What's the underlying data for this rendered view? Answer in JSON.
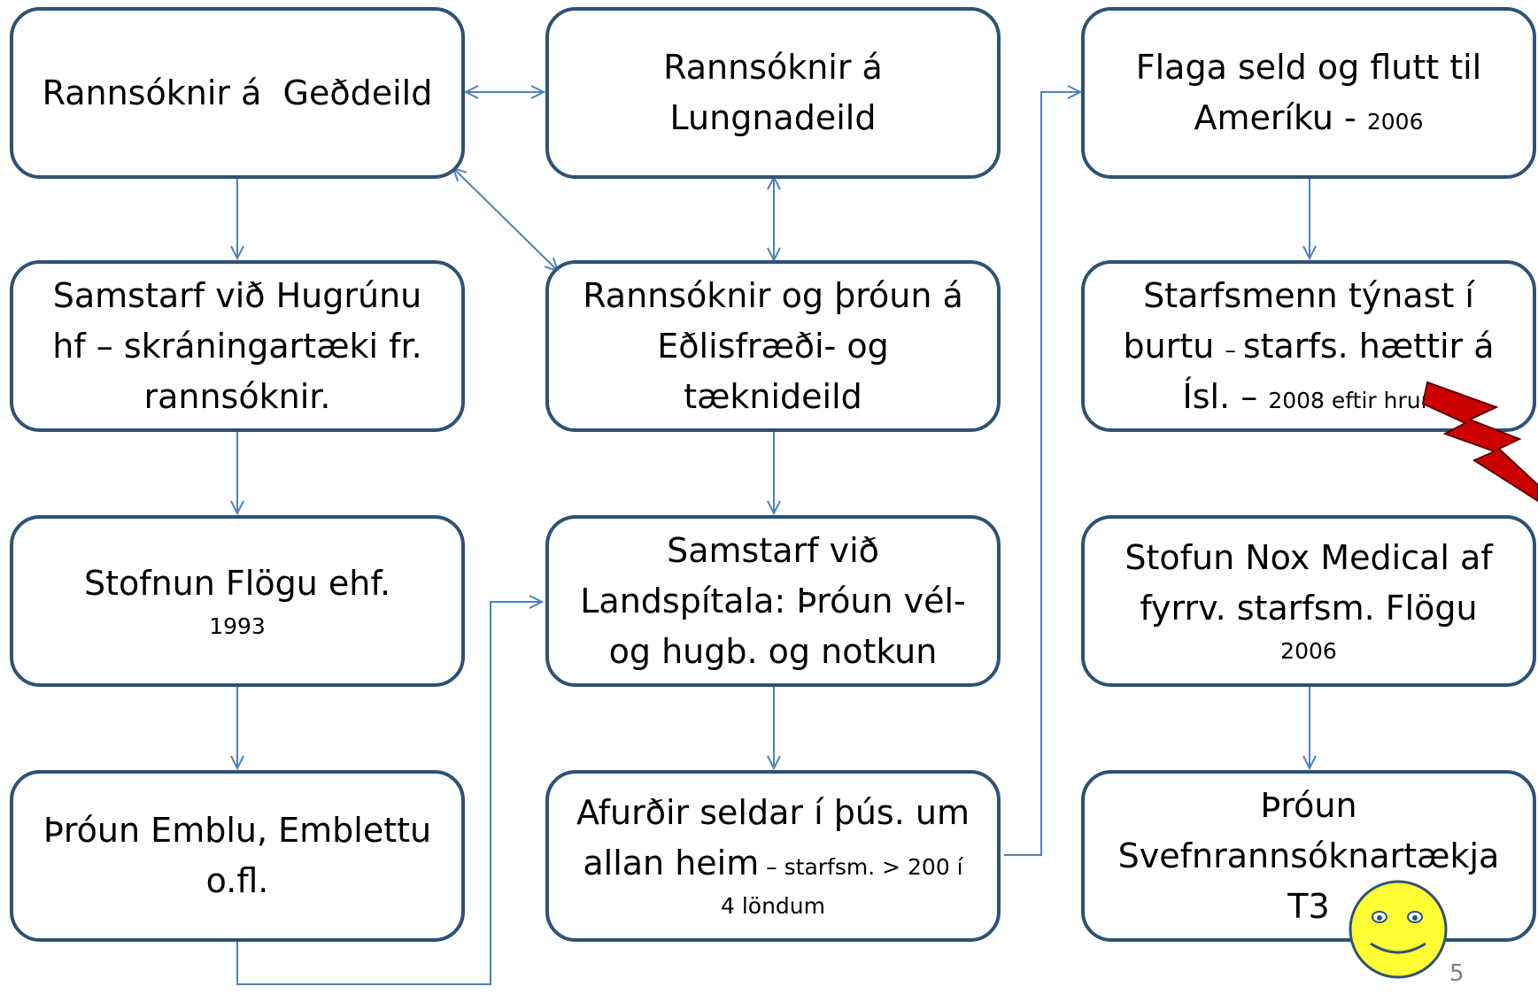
{
  "nodes": {
    "gedeild": {
      "line1": "Rannsóknir á  Geðdeild"
    },
    "lungnadeild": {
      "line1": "Rannsóknir á",
      "line2": "Lungnadeild"
    },
    "flaga_seld": {
      "line1": "Flaga seld og flutt til",
      "line2": "Ameríku - ",
      "small": "2006"
    },
    "hugruna": {
      "line1": "Samstarf við Hugrúnu",
      "line2": "hf – skráningartæki fr.",
      "line3": "rannsóknir."
    },
    "edlisfraedi": {
      "line1": "Rannsóknir og þróun á",
      "line2": "Eðlisfræði- og",
      "line3": "tæknideild"
    },
    "starfsmenn": {
      "line1": "Starfsmenn týnast í",
      "line2a": "burtu ",
      "dash": "– ",
      "line2b": "starfs. hættir á",
      "line3": "Ísl. – ",
      "small": "2008 eftir hrun"
    },
    "stofnun_flogu": {
      "line1": "Stofnun Flögu ehf.",
      "note": "1993"
    },
    "landspitala": {
      "line1": "Samstarf við",
      "line2": "Landspítala: Þróun vél-",
      "line3": "og hugb. og notkun"
    },
    "nox": {
      "line1": "Stofun Nox Medical af",
      "line2": "fyrrv. starfsm. Flögu",
      "note": "2006"
    },
    "emblu": {
      "line1": "Þróun Emblu, Emblettu",
      "line2": "o.fl."
    },
    "afurdir": {
      "line1": "Afurðir seldar í þús. um",
      "line2": "allan heim",
      "small": " – starfsm. > 200 í",
      "note": "4 löndum"
    },
    "svefn": {
      "line1": "Þróun",
      "line2": "Svefnrannsóknartækja",
      "line3": "T3"
    }
  },
  "page_number": "5",
  "colors": {
    "box_border": "#2f5175",
    "arrow": "#4f81bd",
    "lightning": "#cc0000",
    "smiley_fill": "#ffff33"
  },
  "icons": {
    "lightning": "lightning-bolt-icon",
    "smiley": "smiley-face-icon"
  }
}
